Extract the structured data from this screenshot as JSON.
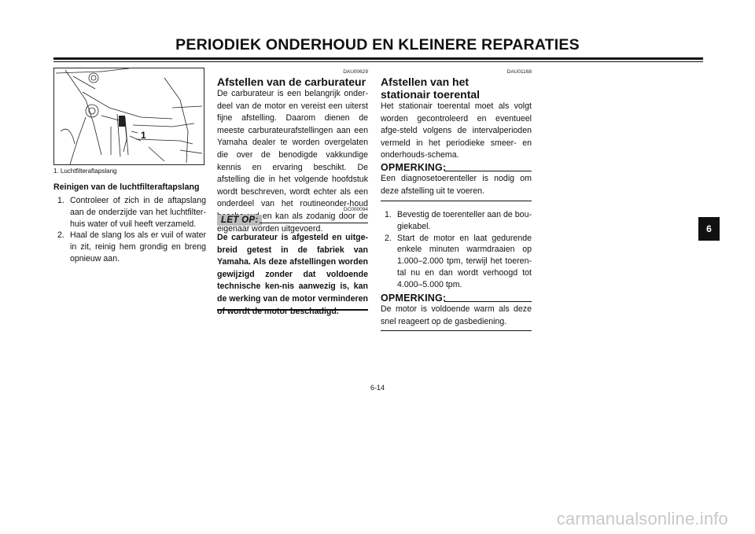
{
  "header": {
    "title": "PERIODIEK ONDERHOUD EN KLEINERE REPARATIES"
  },
  "left": {
    "figure_callout": "1",
    "caption": "1.  Luchtfilteraftapslang",
    "subheading": "Reinigen van de luchtfilteraftapslang",
    "steps": [
      {
        "num": "1.",
        "text": "Controleer of zich in de aftapslang aan de onderzijde van het luchtfilter-huis water of vuil heeft verzameld."
      },
      {
        "num": "2.",
        "text": "Haal de slang los als er vuil of water in zit, reinig hem grondig en breng opnieuw aan."
      }
    ]
  },
  "middle": {
    "code": "DAU00629",
    "heading": "Afstellen van de carburateur",
    "body": "De carburateur is een belangrijk onder-deel van de motor en vereist een uiterst fijne afstelling. Daarom dienen de meeste carburateurafstellingen aan een Yamaha dealer te worden overgelaten die over de benodigde vakkundige kennis en ervaring beschikt. De afstelling die in het volgende hoofdstuk wordt beschreven, wordt echter als een onderdeel van het routineonder-houd beschouwd en kan als zodanig door de eigenaar worden uitgevoerd.",
    "caution_code": "DC000094",
    "caution_label": "LET OP:",
    "caution_text": "De carburateur is afgesteld en uitge-breid getest in de fabriek van Yamaha. Als deze afstellingen worden gewijzigd zonder dat voldoende technische ken-nis aanwezig is, kan de werking van de motor verminderen of wordt de motor beschadigd."
  },
  "right": {
    "code": "DAU01168",
    "heading_line1": "Afstellen van het",
    "heading_line2": "stationair toerental",
    "body": "Het stationair toerental moet als volgt worden gecontroleerd en eventueel afge-steld volgens de intervalperioden vermeld in het periodieke smeer- en onderhouds-schema.",
    "note1_label": "OPMERKING:",
    "note1_text": "Een diagnosetoerenteller is nodig om deze afstelling uit te voeren.",
    "steps": [
      {
        "num": "1.",
        "text": "Bevestig de toerenteller aan de bou-giekabel."
      },
      {
        "num": "2.",
        "text": "Start de motor en laat gedurende enkele minuten warmdraaien op 1.000–2.000 tpm, terwijl het toeren-tal nu en dan wordt verhoogd tot 4.000–5.000 tpm."
      }
    ],
    "note2_label": "OPMERKING:",
    "note2_text": "De motor is voldoende warm als deze snel reageert op de gasbediening."
  },
  "footer": {
    "page_number": "6-14"
  },
  "side_tab": {
    "label": "6"
  },
  "watermark": {
    "text": "carmanualsonline.info"
  }
}
